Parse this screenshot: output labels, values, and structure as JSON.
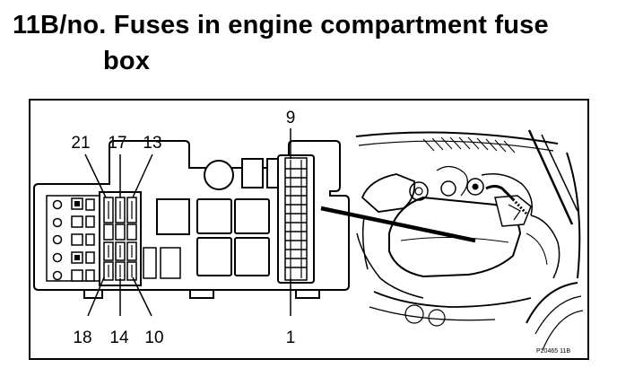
{
  "title": {
    "line1": "11B/no. Fuses in engine compartment fuse",
    "line2": "box"
  },
  "callouts": {
    "label_9": "9",
    "label_21": "21",
    "label_17": "17",
    "label_13": "13",
    "label_18": "18",
    "label_14": "14",
    "label_10": "10",
    "label_1": "1"
  },
  "figure_code": "P20465 11B"
}
